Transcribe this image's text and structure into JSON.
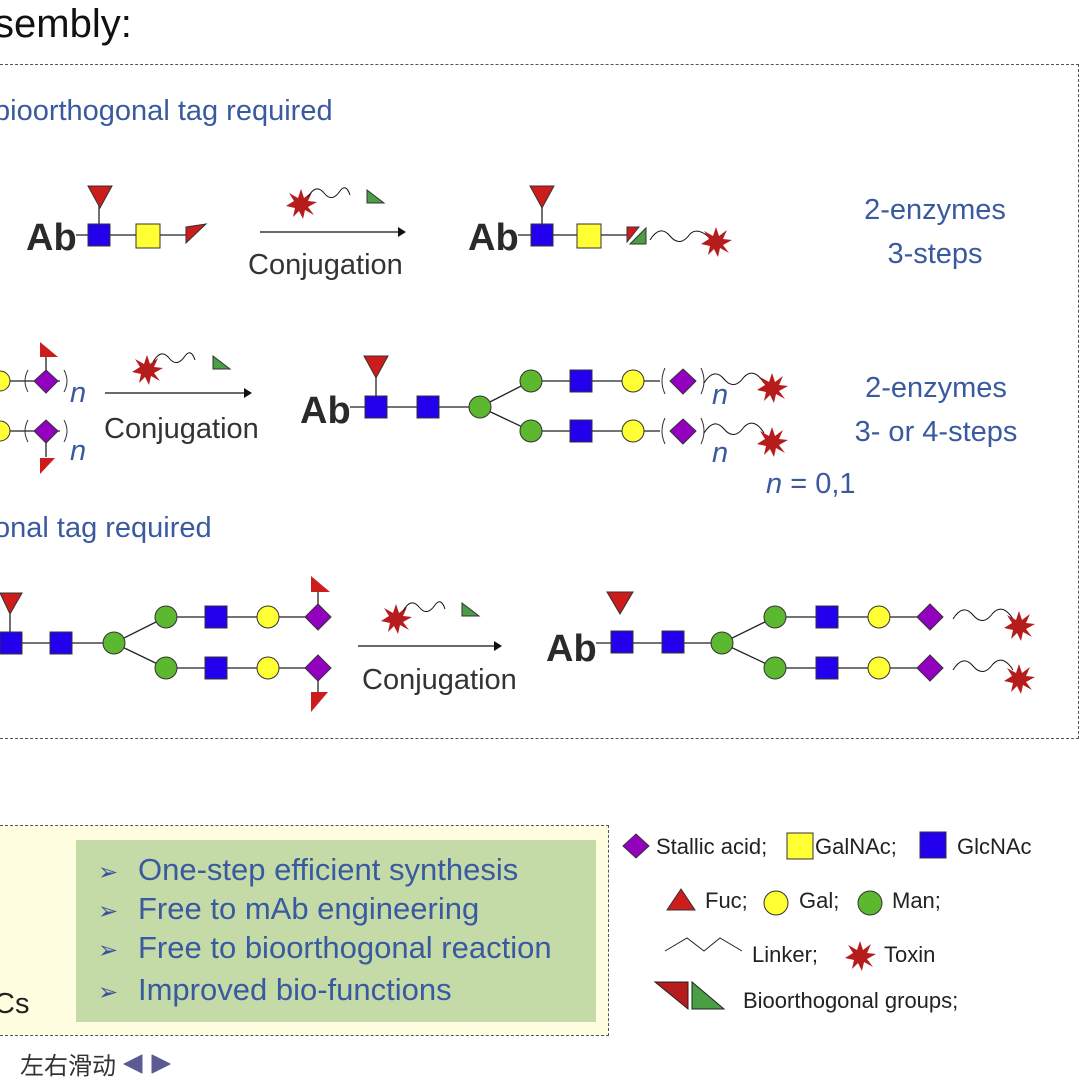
{
  "heading": "sembly:",
  "section_1": {
    "title": "bioorthogonal tag required",
    "conjugation_label_1": "Conjugation",
    "conjugation_label_2": "Conjugation",
    "route_1_enzymes": "2-enzymes",
    "route_1_steps": "3-steps",
    "route_2_enzymes": "2-enzymes",
    "route_2_steps": "3- or 4-steps",
    "ab_label": "Ab",
    "n_symbol": "n",
    "n_values": "= 0,1"
  },
  "section_2": {
    "title": "onal tag required",
    "conjugation_label": "Conjugation",
    "ab_label": "Ab"
  },
  "advantages": {
    "left_fragment": "Cs",
    "items": [
      "One-step efficient synthesis",
      "Free to mAb engineering",
      "Free to bioorthogonal reaction",
      "Improved bio-functions"
    ],
    "bullet_icon": "arrowhead-bullet"
  },
  "legend": {
    "sialic_acid": "Stallic acid;",
    "galnac": "GalNAc;",
    "glcnac": "GlcNAc",
    "fuc": "Fuc;",
    "gal": "Gal;",
    "man": "Man;",
    "linker": "Linker;",
    "toxin": "Toxin",
    "bioorthogonal": "Bioorthogonal groups;"
  },
  "colors": {
    "glcnac": "#2200ee",
    "galnac": "#ffff33",
    "gal": "#ffff33",
    "man": "#5cb82e",
    "sialic": "#9400c0",
    "fuc": "#cc1c1c",
    "toxin": "#b71c1c",
    "bio_green": "#4a9e44",
    "text_blue": "#3a5aa0",
    "green_box": "#c4dba8",
    "yellow_box": "#fffee0"
  },
  "nav": {
    "label": "左右滑动",
    "prev_icon": "triangle-left-icon",
    "next_icon": "triangle-right-icon"
  }
}
